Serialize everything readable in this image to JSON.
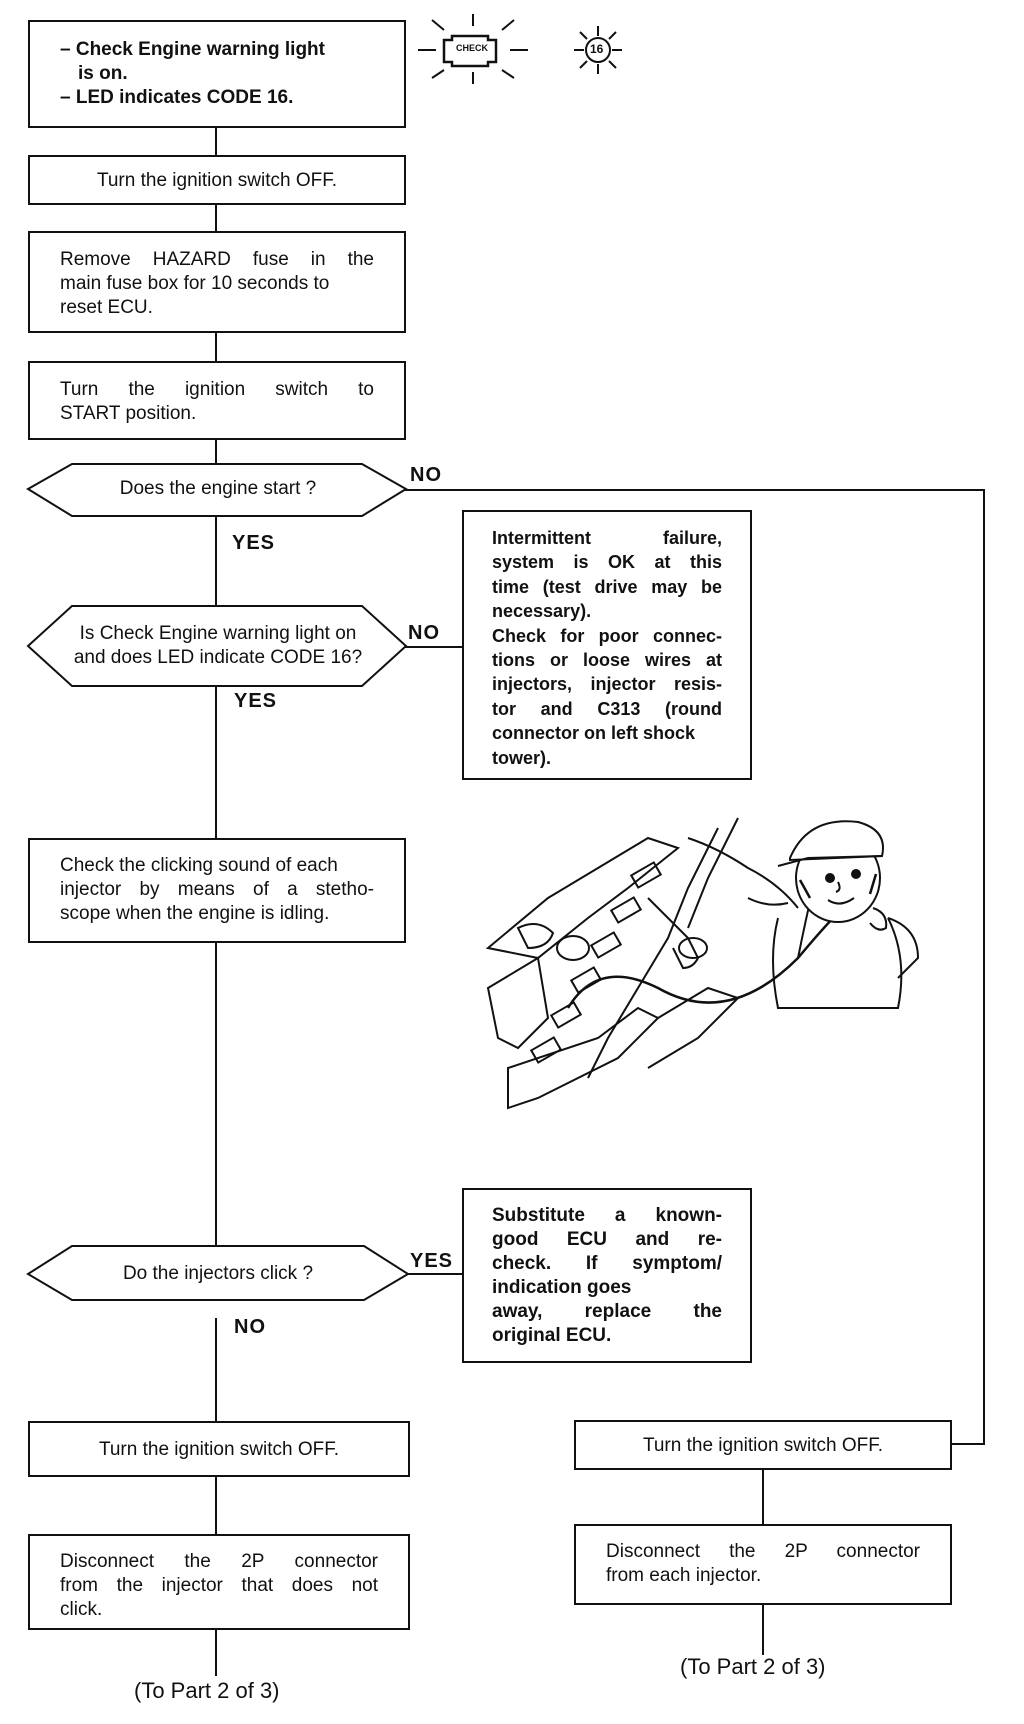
{
  "start_box": {
    "line1": "– Check Engine warning light",
    "line2": "is on.",
    "line3": "– LED indicates CODE 16."
  },
  "icons": {
    "check_label": "CHECK",
    "code_badge": "16"
  },
  "steps": {
    "off1": "Turn the ignition switch OFF.",
    "hazard": [
      "Remove HAZARD fuse in the",
      "main fuse box for 10 seconds to",
      "reset ECU."
    ],
    "start": [
      "Turn the ignition switch to",
      "START position."
    ],
    "stetho": [
      "Check the clicking sound of each",
      "injector by means of a stetho-",
      "scope when the engine is idling."
    ],
    "off_left": "Turn the ignition switch OFF.",
    "off_right": "Turn the ignition switch OFF.",
    "disc_left": [
      "Disconnect the 2P connector",
      "from the injector that does not",
      "click."
    ],
    "disc_right": [
      "Disconnect the 2P connector",
      "from each injector."
    ]
  },
  "decisions": {
    "d1": "Does the engine start ?",
    "d2": [
      "Is Check Engine warning light on",
      "and does LED indicate CODE 16?"
    ],
    "d3": "Do the injectors click ?"
  },
  "labels": {
    "no1": "NO",
    "yes1": "YES",
    "no2": "NO",
    "yes2": "YES",
    "yes3": "YES",
    "no3": "NO"
  },
  "info_box": [
    "Intermittent failure,",
    "system is OK at this",
    "time (test drive may be",
    "necessary).",
    "Check for poor connec-",
    "tions or loose wires at",
    "injectors, injector resis-",
    "tor and C313 (round",
    "connector on left shock",
    "tower)."
  ],
  "ecu_box": [
    "Substitute a known-",
    "good ECU and re-",
    "check. If symptom/",
    "indication goes",
    "away, replace the",
    "original ECU."
  ],
  "footer": {
    "left": "(To Part 2 of 3)",
    "right": "(To Part 2 of 3)"
  }
}
